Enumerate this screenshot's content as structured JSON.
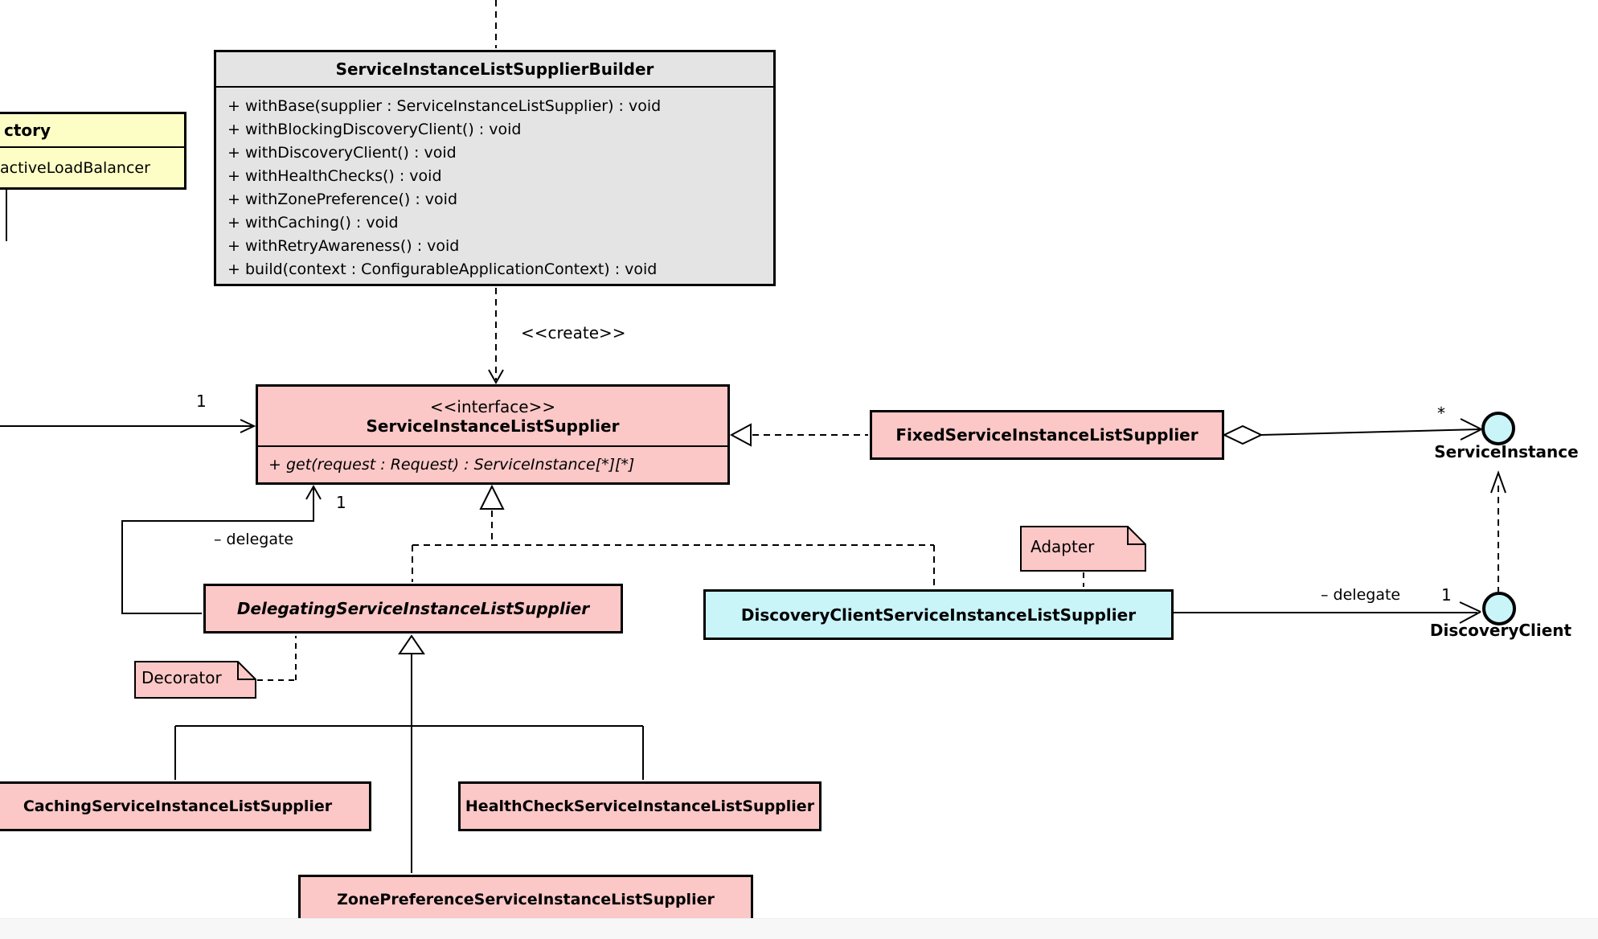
{
  "diagram_title": "ServiceInstanceListSupplier class diagram",
  "colors": {
    "class_pink": "#fbc7c7",
    "class_cyan": "#c9f4f8",
    "class_yellow": "#fdfdc6",
    "builder_gray": "#e4e4e4",
    "line_black": "#000000",
    "strip_gray": "#f7f7f8"
  },
  "factory": {
    "title_fragment": "ctory",
    "row_fragment": "activeLoadBalancer"
  },
  "builder": {
    "name": "ServiceInstanceListSupplierBuilder",
    "methods": [
      "+ withBase(supplier : ServiceInstanceListSupplier) : void",
      "+ withBlockingDiscoveryClient() : void",
      "+ withDiscoveryClient() : void",
      "+ withHealthChecks() : void",
      "+ withZonePreference() : void",
      "+ withCaching() : void",
      "+ withRetryAwareness() : void",
      "+ build(context : ConfigurableApplicationContext) : void"
    ]
  },
  "interface": {
    "stereotype": "<<interface>>",
    "name": "ServiceInstanceListSupplier",
    "method": "+ get(request : Request) : ServiceInstance[*][*]"
  },
  "classes": {
    "fixed": "FixedServiceInstanceListSupplier",
    "delegating": "DelegatingServiceInstanceListSupplier",
    "discovery_client_supplier": "DiscoveryClientServiceInstanceListSupplier",
    "caching": "CachingServiceInstanceListSupplier",
    "health_check": "HealthCheckServiceInstanceListSupplier",
    "zone_preference": "ZonePreferenceServiceInstanceListSupplier"
  },
  "notes": {
    "decorator": "Decorator",
    "adapter": "Adapter"
  },
  "lollipops": {
    "service_instance": "ServiceInstance",
    "discovery_client": "DiscoveryClient"
  },
  "labels": {
    "create": "<<create>>",
    "delegate_left": "– delegate",
    "delegate_right": "– delegate",
    "one_left": "1",
    "one_delegate": "1",
    "one_right": "1",
    "star": "*"
  }
}
